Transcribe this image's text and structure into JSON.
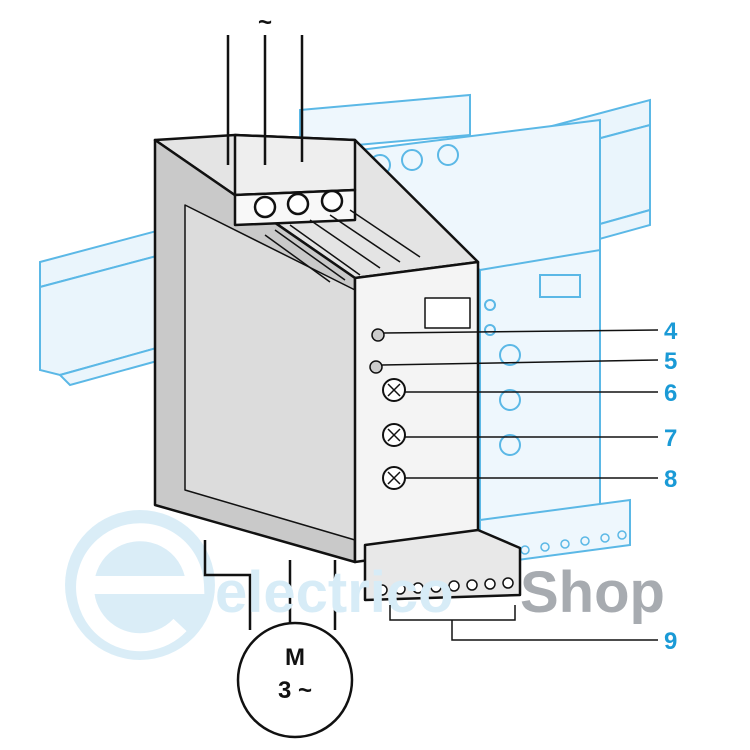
{
  "diagram": {
    "supply_symbol": "~",
    "motor": {
      "line1": "M",
      "line2": "3 ~"
    },
    "callouts": [
      "4",
      "5",
      "6",
      "7",
      "8",
      "9"
    ],
    "watermark": {
      "part1": "electrico",
      "part2": "Shop",
      "logo_letter": "e"
    },
    "colors": {
      "accent": "#1a9ad6",
      "outline": "#111111",
      "body_side": "#c9c9c9",
      "front": "#f4f4f4",
      "rail": "#5bb8e6"
    }
  }
}
